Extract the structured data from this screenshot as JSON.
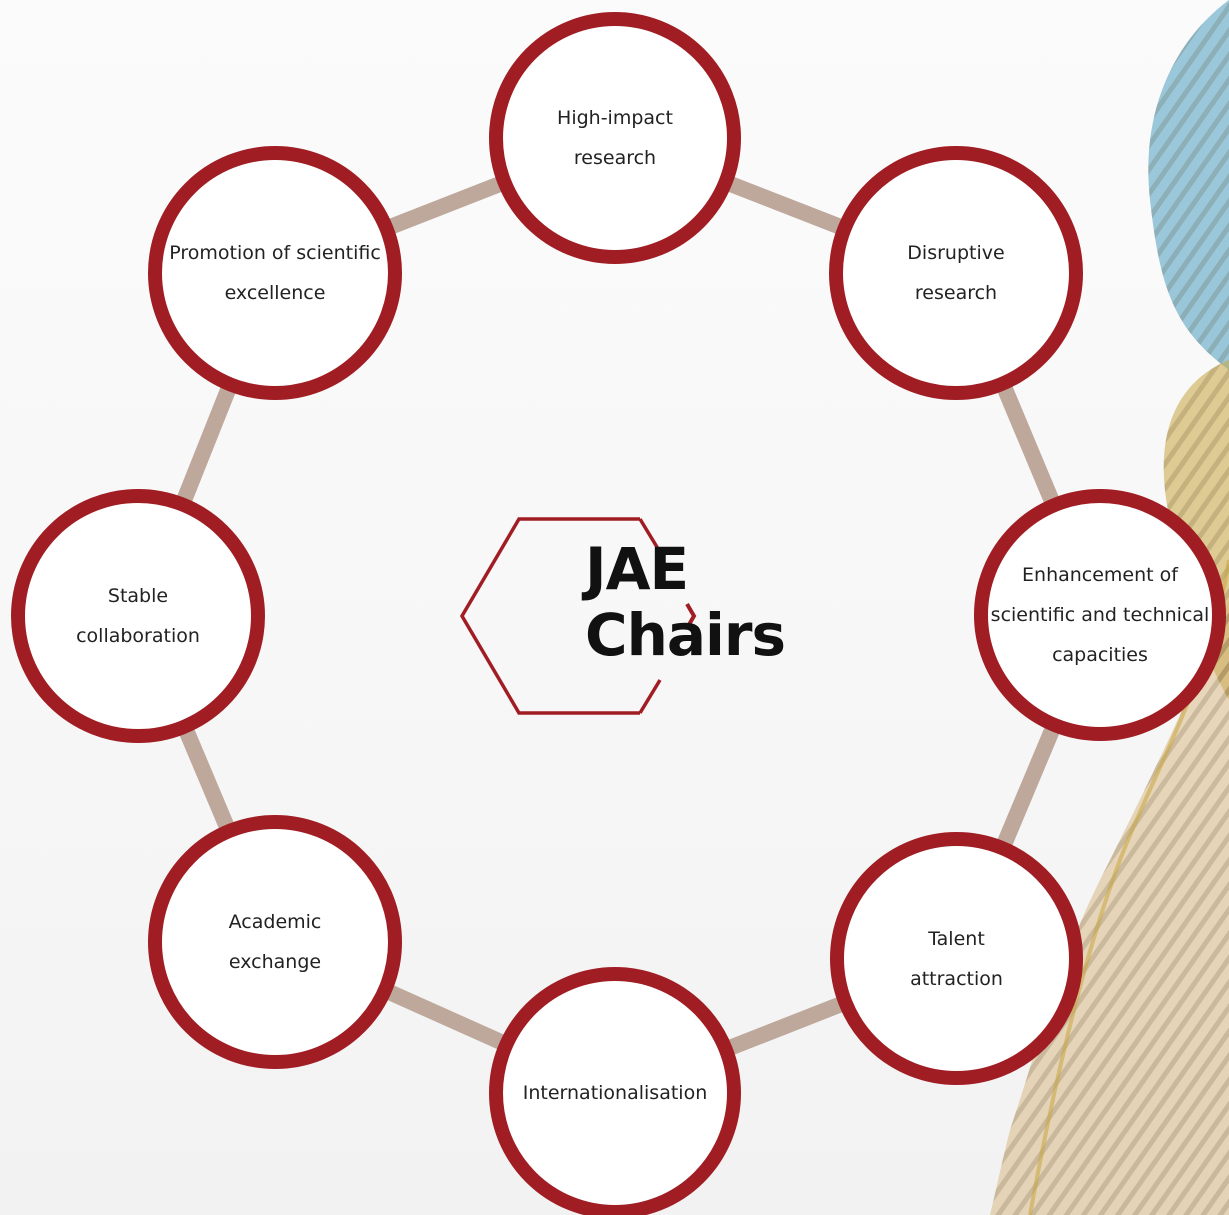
{
  "diagram": {
    "center": {
      "title": "JAE\nChairs"
    },
    "nodes": [
      {
        "label": "High-impact\nresearch"
      },
      {
        "label": "Disruptive\nresearch"
      },
      {
        "label": "Enhancement of\nscientific and technical\ncapacities"
      },
      {
        "label": "Talent\nattraction"
      },
      {
        "label": "Internationalisation"
      },
      {
        "label": "Academic\nexchange"
      },
      {
        "label": "Stable\ncollaboration"
      },
      {
        "label": "Promotion of scientific\nexcellence"
      }
    ],
    "colors": {
      "ring": "#a11d24",
      "connector": "#bea89c",
      "hexagon": "#a11d24",
      "rope_blue": "#4a9fbf",
      "rope_yellow": "#c9a640",
      "rope_tan": "#d3ad6e"
    }
  }
}
